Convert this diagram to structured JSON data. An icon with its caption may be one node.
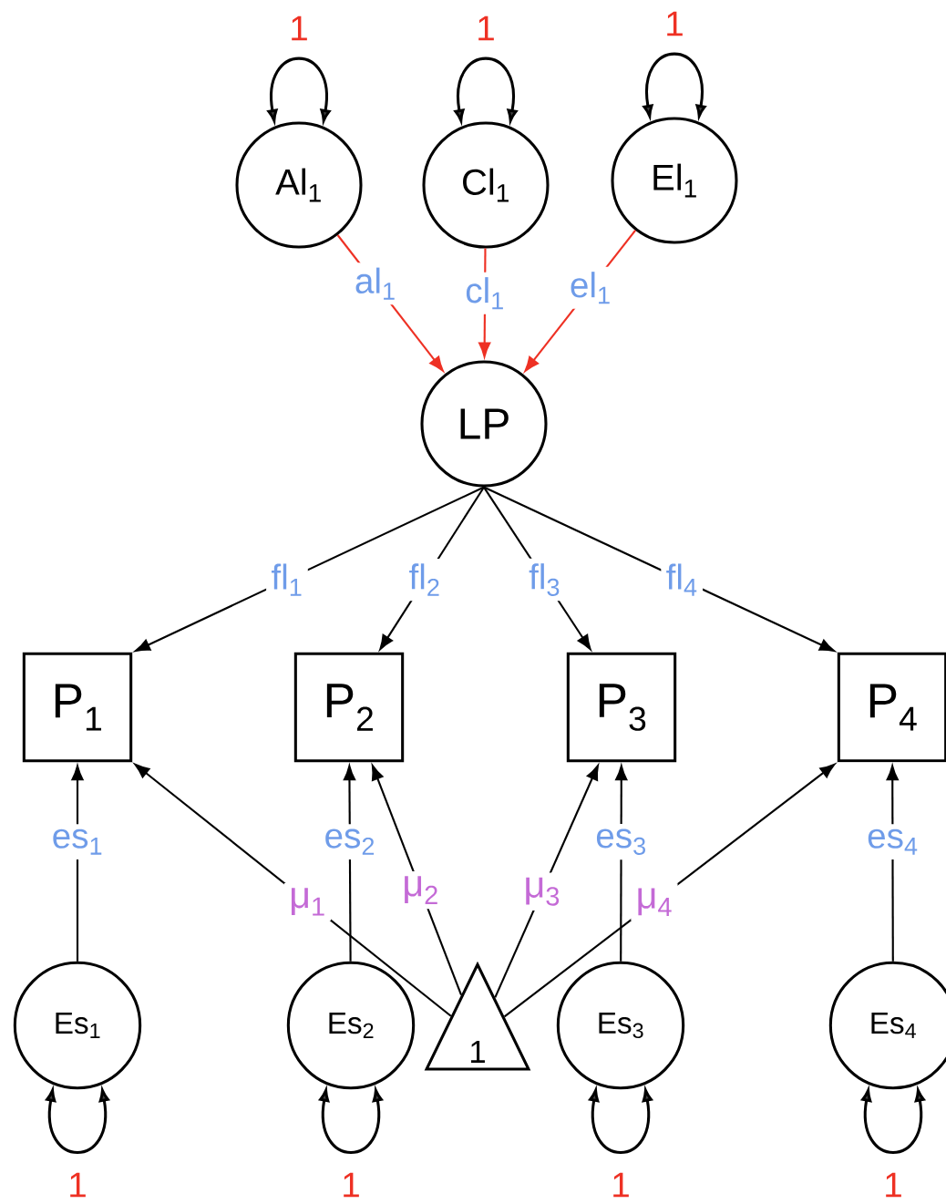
{
  "diagram": {
    "nodes": [
      {
        "text": [
          "Al$_{1}$"
        ]
      },
      {
        "text": [
          "Cl$_{1}$"
        ]
      },
      {
        "text": [
          "El$_{1}$"
        ]
      },
      {
        "text": [
          "LP"
        ]
      },
      {
        "text": [
          "P$_{1}$"
        ]
      },
      {
        "text": [
          "P$_{2}$"
        ]
      },
      {
        "text": [
          "P$_{3}$"
        ]
      },
      {
        "text": [
          "P$_{4}$"
        ]
      },
      {
        "text": [
          "Es$_{1}$"
        ]
      },
      {
        "text": [
          "Es$_{2}$"
        ]
      },
      {
        "text": [
          "1"
        ]
      },
      {
        "text": [
          "Es$_{3}$"
        ]
      },
      {
        "text": [
          "Es$_{4}$"
        ]
      }
    ],
    "edges": [
      {
        "from": 0,
        "to": 0,
        "arrow": "both",
        "label": "1"
      },
      {
        "from": 1,
        "to": 1,
        "arrow": "both",
        "label": "1"
      },
      {
        "from": 2,
        "to": 2,
        "arrow": "both",
        "label": "1"
      },
      {
        "from": 0,
        "to": 3,
        "arrow": "to",
        "label": "al$_{1}$",
        "color": "#ee3124"
      },
      {
        "from": 1,
        "to": 3,
        "arrow": "to",
        "label": "cl$_{1}$",
        "color": "#ee3124"
      },
      {
        "from": 2,
        "to": 3,
        "arrow": "to",
        "label": "el$_{1}$",
        "color": "#ee3124"
      },
      {
        "from": 3,
        "to": 4,
        "arrow": "to",
        "label": "fl$_{1}$"
      },
      {
        "from": 3,
        "to": 5,
        "arrow": "to",
        "label": "fl$_{2}$"
      },
      {
        "from": 3,
        "to": 6,
        "arrow": "to",
        "label": "fl$_{3}$"
      },
      {
        "from": 3,
        "to": 7,
        "arrow": "to",
        "label": "fl$_{4}$"
      },
      {
        "from": 8,
        "to": 4,
        "arrow": "to",
        "label": "es$_{1}$"
      },
      {
        "from": 9,
        "to": 5,
        "arrow": "to",
        "label": "es$_{2}$"
      },
      {
        "from": 11,
        "to": 6,
        "arrow": "to",
        "label": "es$_{3}$"
      },
      {
        "from": 12,
        "to": 7,
        "arrow": "to",
        "label": "es$_{4}$"
      },
      {
        "from": 10,
        "to": 4,
        "arrow": "to",
        "label": "μ$_{1}$"
      },
      {
        "from": 10,
        "to": 5,
        "arrow": "to",
        "label": "μ$_{2}$"
      },
      {
        "from": 10,
        "to": 6,
        "arrow": "to",
        "label": "μ$_{3}$"
      },
      {
        "from": 10,
        "to": 7,
        "arrow": "to",
        "label": "μ$_{4}$"
      },
      {
        "from": 8,
        "to": 8,
        "arrow": "both",
        "label": "1"
      },
      {
        "from": 9,
        "to": 9,
        "arrow": "both",
        "label": "1"
      },
      {
        "from": 11,
        "to": 11,
        "arrow": "both",
        "label": "1"
      },
      {
        "from": 12,
        "to": 12,
        "arrow": "both",
        "label": "1"
      }
    ]
  }
}
